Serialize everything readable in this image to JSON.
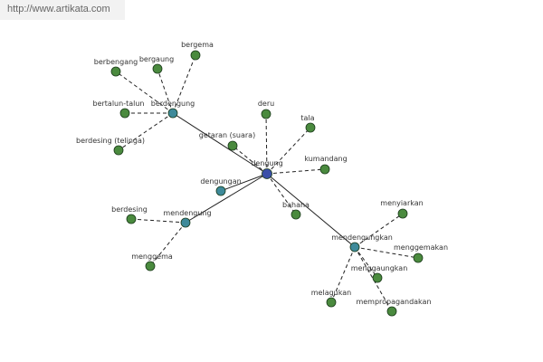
{
  "banner": {
    "url_text": "http://www.artikata.com"
  },
  "colors": {
    "center_node": "#3b4fa8",
    "hub_node": "#3e8a9a",
    "leaf_node": "#4a8a3e",
    "edge": "#222222"
  },
  "graph": {
    "center": {
      "id": "dengung",
      "label": "dengung",
      "role": "center"
    },
    "nodes": [
      {
        "id": "berdengung",
        "label": "berdengung",
        "role": "hub"
      },
      {
        "id": "mendengung",
        "label": "mendengung",
        "role": "hub"
      },
      {
        "id": "mendengungkan",
        "label": "mendengungkan",
        "role": "hub"
      },
      {
        "id": "dengungan",
        "label": "dengungan",
        "role": "hub"
      },
      {
        "id": "getaran",
        "label": "getaran (suara)",
        "role": "leaf"
      },
      {
        "id": "deru",
        "label": "deru",
        "role": "leaf"
      },
      {
        "id": "tala",
        "label": "tala",
        "role": "leaf"
      },
      {
        "id": "kumandang",
        "label": "kumandang",
        "role": "leaf"
      },
      {
        "id": "bahana",
        "label": "bahana",
        "role": "leaf"
      },
      {
        "id": "berbengang",
        "label": "berbengang",
        "role": "leaf"
      },
      {
        "id": "bergaung",
        "label": "bergaung",
        "role": "leaf"
      },
      {
        "id": "bergema",
        "label": "bergema",
        "role": "leaf"
      },
      {
        "id": "bertalun-talun",
        "label": "bertalun-talun",
        "role": "leaf"
      },
      {
        "id": "berdesing-telinga",
        "label": "berdesing (telinga)",
        "role": "leaf"
      },
      {
        "id": "berdesing",
        "label": "berdesing",
        "role": "leaf"
      },
      {
        "id": "menggema",
        "label": "menggema",
        "role": "leaf"
      },
      {
        "id": "menyiarkan",
        "label": "menyiarkan",
        "role": "leaf"
      },
      {
        "id": "menggemakan",
        "label": "menggemakan",
        "role": "leaf"
      },
      {
        "id": "menggaungkan",
        "label": "menggaungkan",
        "role": "leaf"
      },
      {
        "id": "melagukan",
        "label": "melagukan",
        "role": "leaf"
      },
      {
        "id": "mempropagandakan",
        "label": "mempropagandakan",
        "role": "leaf"
      }
    ],
    "edges": [
      {
        "from": "dengung",
        "to": "berdengung",
        "style": "solid"
      },
      {
        "from": "dengung",
        "to": "mendengung",
        "style": "solid"
      },
      {
        "from": "dengung",
        "to": "mendengungkan",
        "style": "solid"
      },
      {
        "from": "dengung",
        "to": "dengungan",
        "style": "solid"
      },
      {
        "from": "dengung",
        "to": "getaran",
        "style": "dashed"
      },
      {
        "from": "dengung",
        "to": "deru",
        "style": "dashed"
      },
      {
        "from": "dengung",
        "to": "tala",
        "style": "dashed"
      },
      {
        "from": "dengung",
        "to": "kumandang",
        "style": "dashed"
      },
      {
        "from": "dengung",
        "to": "bahana",
        "style": "dashed"
      },
      {
        "from": "berdengung",
        "to": "berbengang",
        "style": "dashed"
      },
      {
        "from": "berdengung",
        "to": "bergaung",
        "style": "dashed"
      },
      {
        "from": "berdengung",
        "to": "bergema",
        "style": "dashed"
      },
      {
        "from": "berdengung",
        "to": "bertalun-talun",
        "style": "dashed"
      },
      {
        "from": "berdengung",
        "to": "berdesing-telinga",
        "style": "dashed"
      },
      {
        "from": "mendengung",
        "to": "berdesing",
        "style": "dashed"
      },
      {
        "from": "mendengung",
        "to": "menggema",
        "style": "dashed"
      },
      {
        "from": "mendengungkan",
        "to": "menyiarkan",
        "style": "dashed"
      },
      {
        "from": "mendengungkan",
        "to": "menggemakan",
        "style": "dashed"
      },
      {
        "from": "mendengungkan",
        "to": "menggaungkan",
        "style": "dashed"
      },
      {
        "from": "mendengungkan",
        "to": "melagukan",
        "style": "dashed"
      },
      {
        "from": "mendengungkan",
        "to": "mempropagandakan",
        "style": "dashed"
      }
    ]
  }
}
